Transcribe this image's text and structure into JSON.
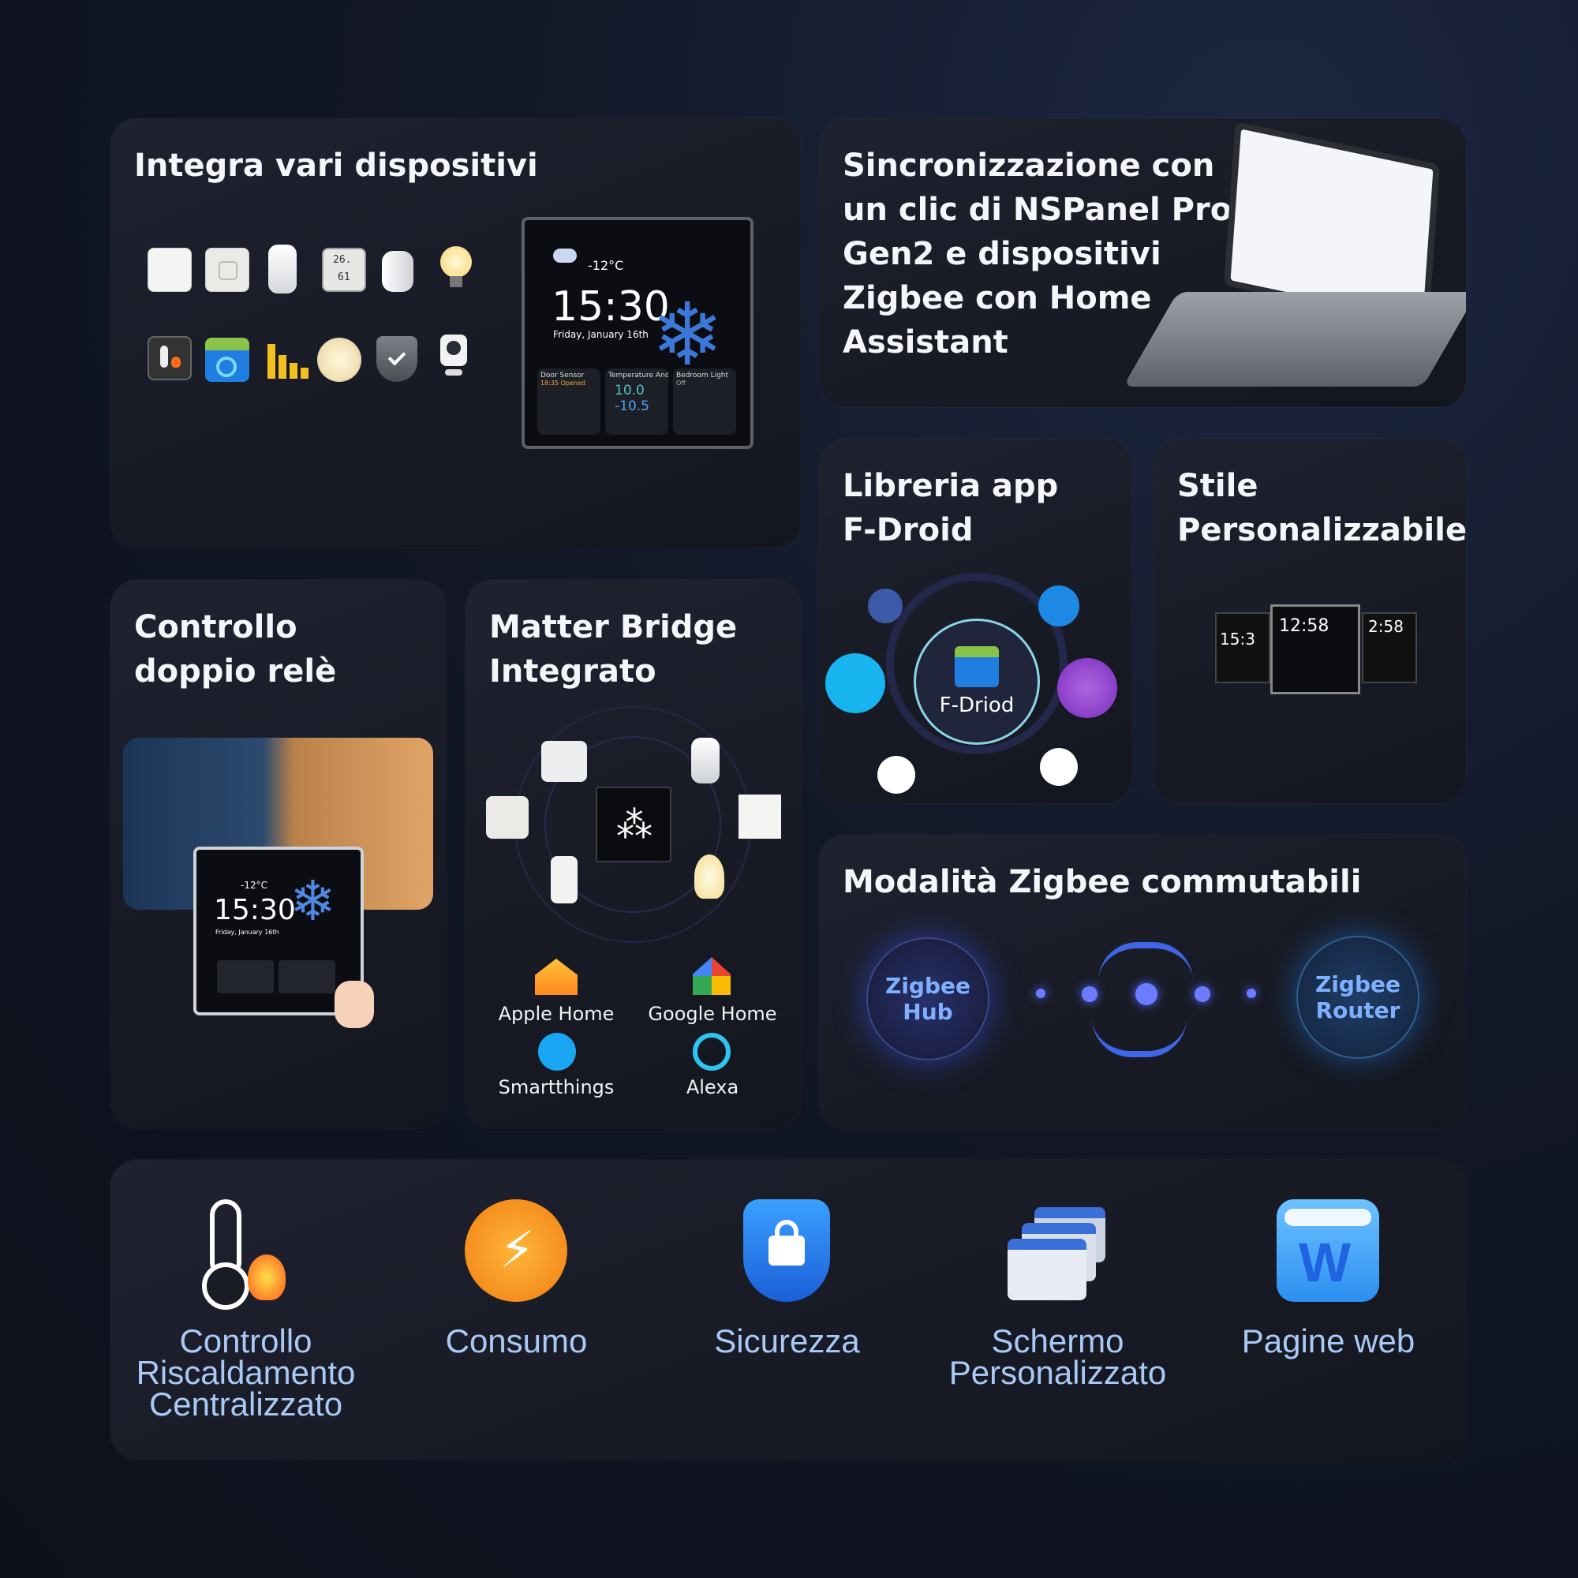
{
  "cards": {
    "integrate": {
      "title": "Integra vari dispositivi"
    },
    "sync": {
      "title": "Sincronizzazione con un clic di NSPanel Pro Gen2 e dispositivi Zigbee con Home Assistant"
    },
    "fdroid": {
      "title": "Libreria app F-Droid",
      "hub_label": "F-Driod"
    },
    "style": {
      "title": "Stile Personalizzabile"
    },
    "relay": {
      "title": "Controllo doppio relè"
    },
    "matter": {
      "title": "Matter Bridge Integrato"
    },
    "zigbee": {
      "title": "Modalità Zigbee commutabili",
      "hub_line1": "Zigbee",
      "hub_line2": "Hub",
      "router_line1": "Zigbee",
      "router_line2": "Router"
    }
  },
  "panel_screen": {
    "temp": "-12°C",
    "time": "15:30",
    "date": "Friday, January 16th",
    "tile1_title": "Door Sensor",
    "tile1_sub": "18:35 Opened",
    "tile2_title": "Temperature And...",
    "tile2_val1": "10.0",
    "tile2_val2": "-10.5",
    "tile3_title": "Bedroom Light",
    "tile3_sub": "Off"
  },
  "style_screen": {
    "time_main": "12:58",
    "time_left": "15:3",
    "time_right": "2:58"
  },
  "relay_screen": {
    "temp": "-12°C",
    "time": "15:30",
    "date": "Friday, January 16th"
  },
  "device_widget": {
    "top": "26.",
    "bottom": "61"
  },
  "ecosystems": [
    {
      "label": "Apple Home",
      "icon": "house-icon"
    },
    {
      "label": "Google Home",
      "icon": "google-home-icon"
    },
    {
      "label": "Smartthings",
      "icon": "smartthings-icon"
    },
    {
      "label": "Alexa",
      "icon": "alexa-icon"
    }
  ],
  "features": [
    {
      "label": "Controllo Riscaldamento Centralizzato",
      "icon": "thermometer-flame-icon"
    },
    {
      "label": "Consumo",
      "icon": "energy-icon"
    },
    {
      "label": "Sicurezza",
      "icon": "shield-lock-icon"
    },
    {
      "label": "Schermo Personalizzato",
      "icon": "windows-stack-icon"
    },
    {
      "label": "Pagine web",
      "icon": "web-page-icon"
    }
  ],
  "colors": {
    "feature_text": "#a9c9f6",
    "zigbee_text": "#7fb0ff",
    "accent_blue": "#2b9be8"
  }
}
